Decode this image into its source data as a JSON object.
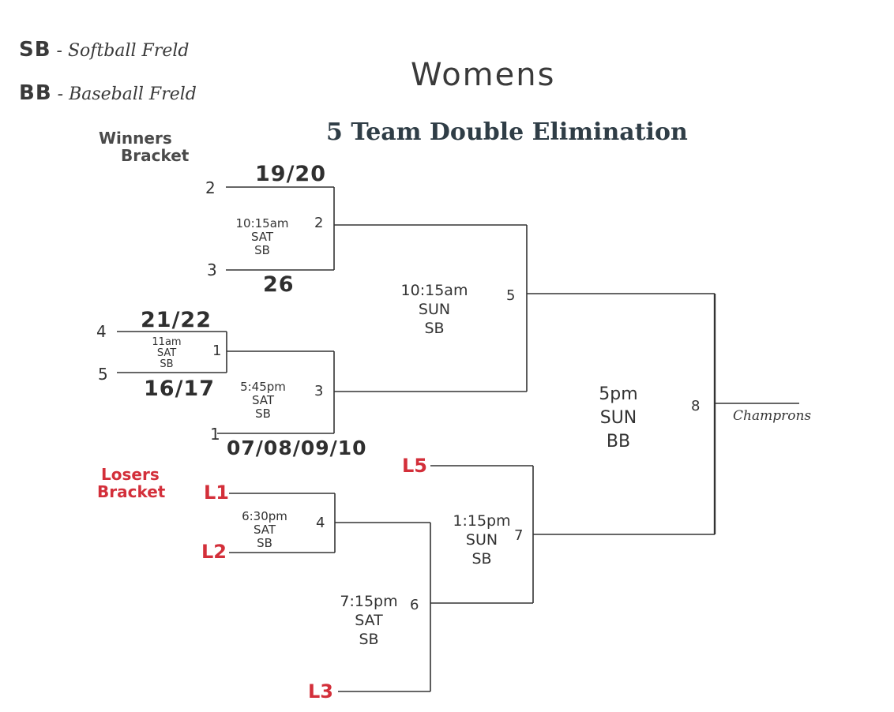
{
  "legend": [
    {
      "code": "SB",
      "sep": "-",
      "text": "Softball Freld"
    },
    {
      "code": "BB",
      "sep": "-",
      "text": "Baseball Freld"
    }
  ],
  "title": "Womens",
  "subtitle": "5 Team Double Elimination",
  "winners_bracket_label": [
    "Winners",
    "Bracket"
  ],
  "losers_bracket_label": [
    "Losers",
    "Bracket"
  ],
  "seeds": {
    "s2": "2",
    "s3": "3",
    "s4": "4",
    "s5": "5",
    "s1": "1"
  },
  "loser_slots": {
    "L1": "L1",
    "L2": "L2",
    "L3": "L3",
    "L5": "L5"
  },
  "scores": {
    "g2_top": "19/20",
    "g2_bottom": "26",
    "g1_top": "21/22",
    "g1_bottom": "16/17",
    "g3_bottom": "07/08/09/10"
  },
  "games": {
    "g1": {
      "num": "1",
      "time": "11am",
      "day": "SAT",
      "field": "SB"
    },
    "g2": {
      "num": "2",
      "time": "10:15am",
      "day": "SAT",
      "field": "SB"
    },
    "g3": {
      "num": "3",
      "time": "5:45pm",
      "day": "SAT",
      "field": "SB"
    },
    "g4": {
      "num": "4",
      "time": "6:30pm",
      "day": "SAT",
      "field": "SB"
    },
    "g5": {
      "num": "5",
      "time": "10:15am",
      "day": "SUN",
      "field": "SB"
    },
    "g6": {
      "num": "6",
      "time": "7:15pm",
      "day": "SAT",
      "field": "SB"
    },
    "g7": {
      "num": "7",
      "time": "1:15pm",
      "day": "SUN",
      "field": "SB"
    },
    "g8": {
      "num": "8",
      "time": "5pm",
      "day": "SUN",
      "field": "BB"
    }
  },
  "champions": "Champrons"
}
